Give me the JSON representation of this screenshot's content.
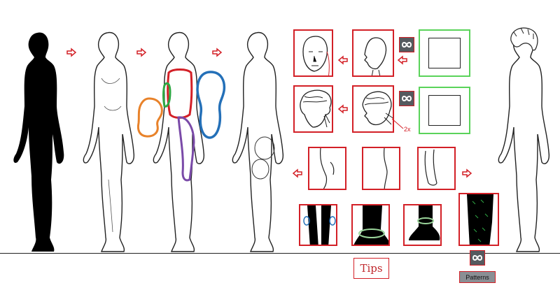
{
  "tips_label": "Tips",
  "patterns_label": "Patterns",
  "note_2x": "2x",
  "colors": {
    "frame": "#d32027",
    "frame_green": "#5ad35a",
    "orange": "#e8822a",
    "green": "#2ea844",
    "blue": "#2470b8",
    "purple": "#7a4aa8",
    "loop_bg": "#555a5f",
    "patterns_bg": "#8a8f94"
  },
  "icons": {
    "arrow": "right-arrow-icon",
    "loop": "infinity-loop-icon"
  }
}
